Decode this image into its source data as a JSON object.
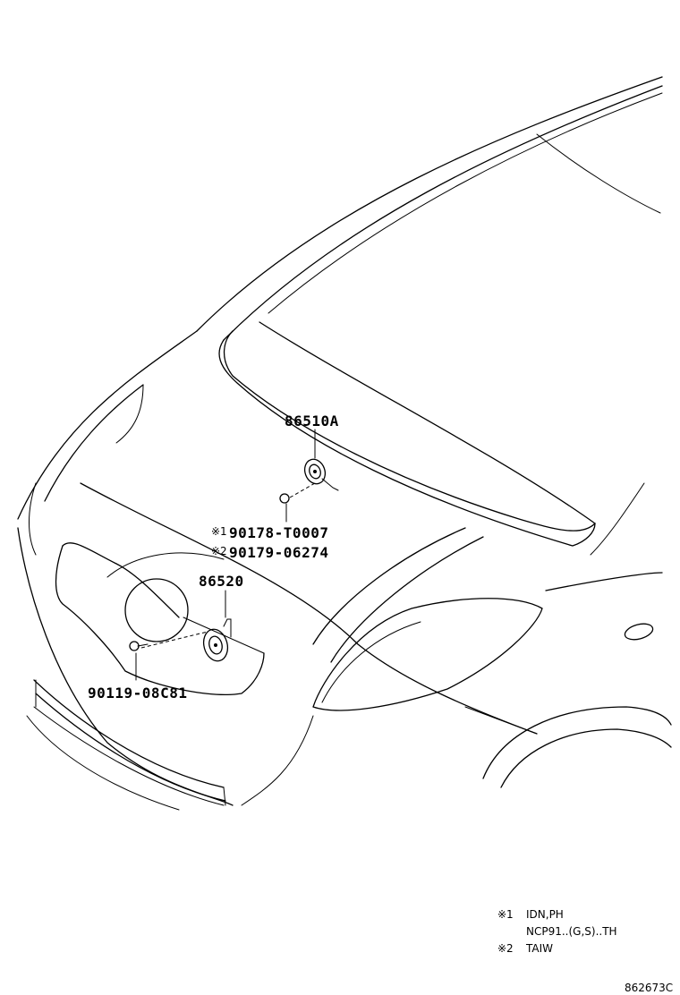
{
  "parts": {
    "horn_high": "86510A",
    "nut_variant1_mark": "※1",
    "nut_variant1": "90178-T0007",
    "nut_variant2_mark": "※2",
    "nut_variant2": "90179-06274",
    "horn_low": "86520",
    "bolt": "90119-08C81"
  },
  "notes": [
    {
      "mark": "※1",
      "text": "IDN,PH"
    },
    {
      "mark": "",
      "text": "NCP91..(G,S)..TH"
    },
    {
      "mark": "※2",
      "text": "TAIW"
    }
  ],
  "catalog_code": "862673C"
}
